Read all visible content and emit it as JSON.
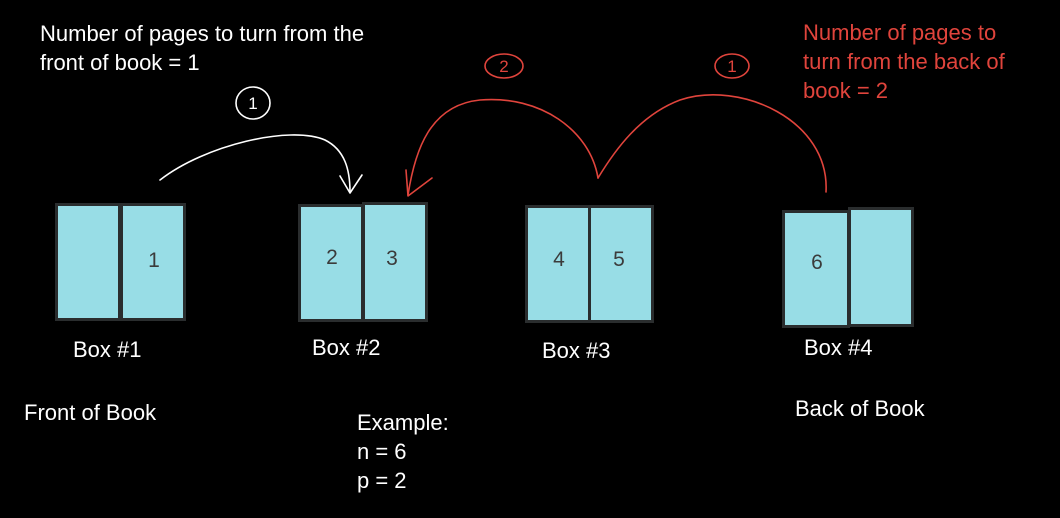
{
  "colors": {
    "background": "#000000",
    "page_fill": "#98dde6",
    "page_border": "#2a2d2e",
    "front_annotation": "#ffffff",
    "back_annotation": "#e0443c"
  },
  "front_annotation": {
    "lines": [
      "Number of pages to turn from the",
      "front of book = 1"
    ]
  },
  "back_annotation": {
    "lines": [
      "Number of pages to",
      "turn from the back of",
      "book = 2"
    ]
  },
  "turn_markers": {
    "front_first": "1",
    "back_second": "2",
    "back_first": "1"
  },
  "boxes": [
    {
      "label": "Box #1",
      "left_page": "",
      "right_page": "1"
    },
    {
      "label": "Box #2",
      "left_page": "2",
      "right_page": "3"
    },
    {
      "label": "Box #3",
      "left_page": "4",
      "right_page": "5"
    },
    {
      "label": "Box #4",
      "left_page": "6",
      "right_page": ""
    }
  ],
  "front_label": "Front of Book",
  "back_label": "Back of Book",
  "example": {
    "title": "Example:",
    "n": "n = 6",
    "p": "p = 2"
  }
}
